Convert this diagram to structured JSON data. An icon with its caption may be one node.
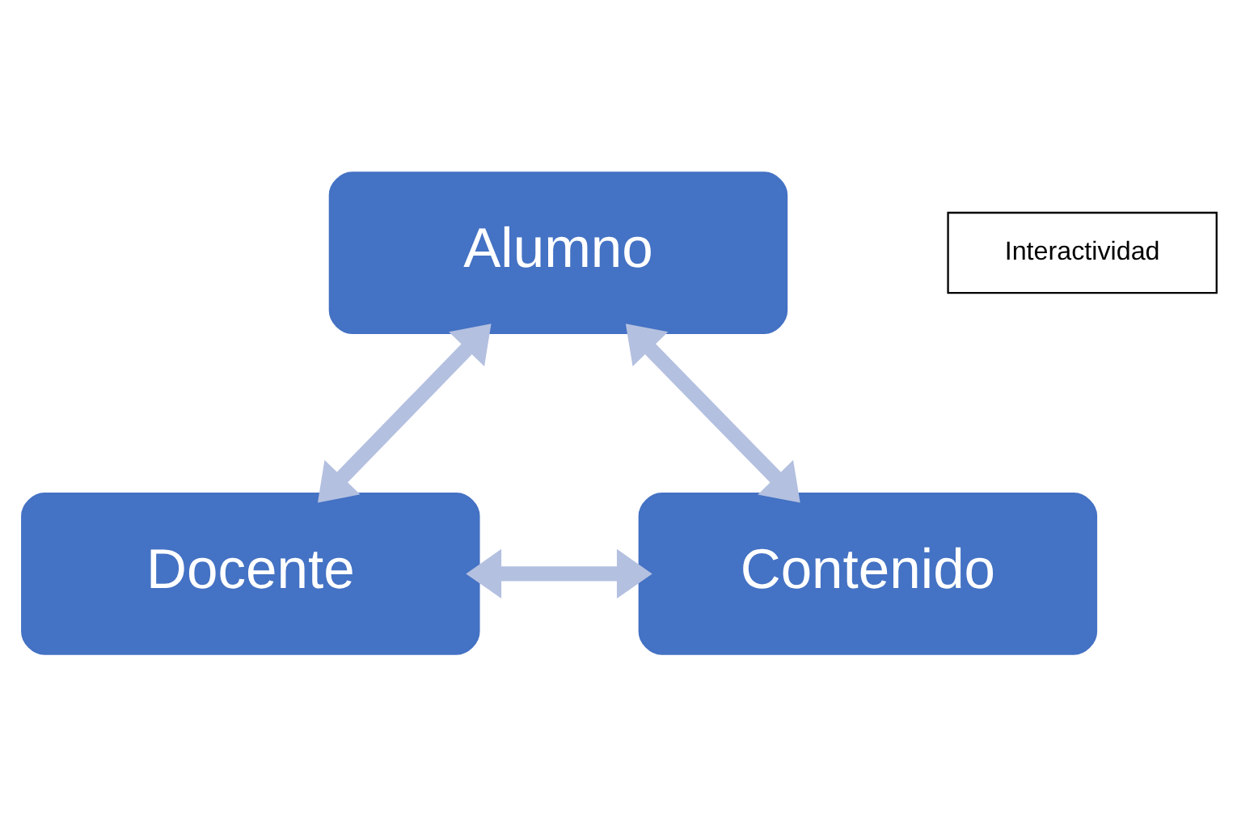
{
  "diagram": {
    "nodes": [
      {
        "text": [
          "Alumno"
        ]
      },
      {
        "text": [
          "Interactividad"
        ]
      },
      {
        "text": [
          "Docente"
        ]
      },
      {
        "text": [
          "Contenido"
        ]
      }
    ],
    "edges": [
      {
        "from": 2,
        "to": 0,
        "arrow": "both"
      },
      {
        "from": 0,
        "to": 3,
        "arrow": "both"
      },
      {
        "from": 2,
        "to": 3,
        "arrow": "both"
      }
    ]
  }
}
